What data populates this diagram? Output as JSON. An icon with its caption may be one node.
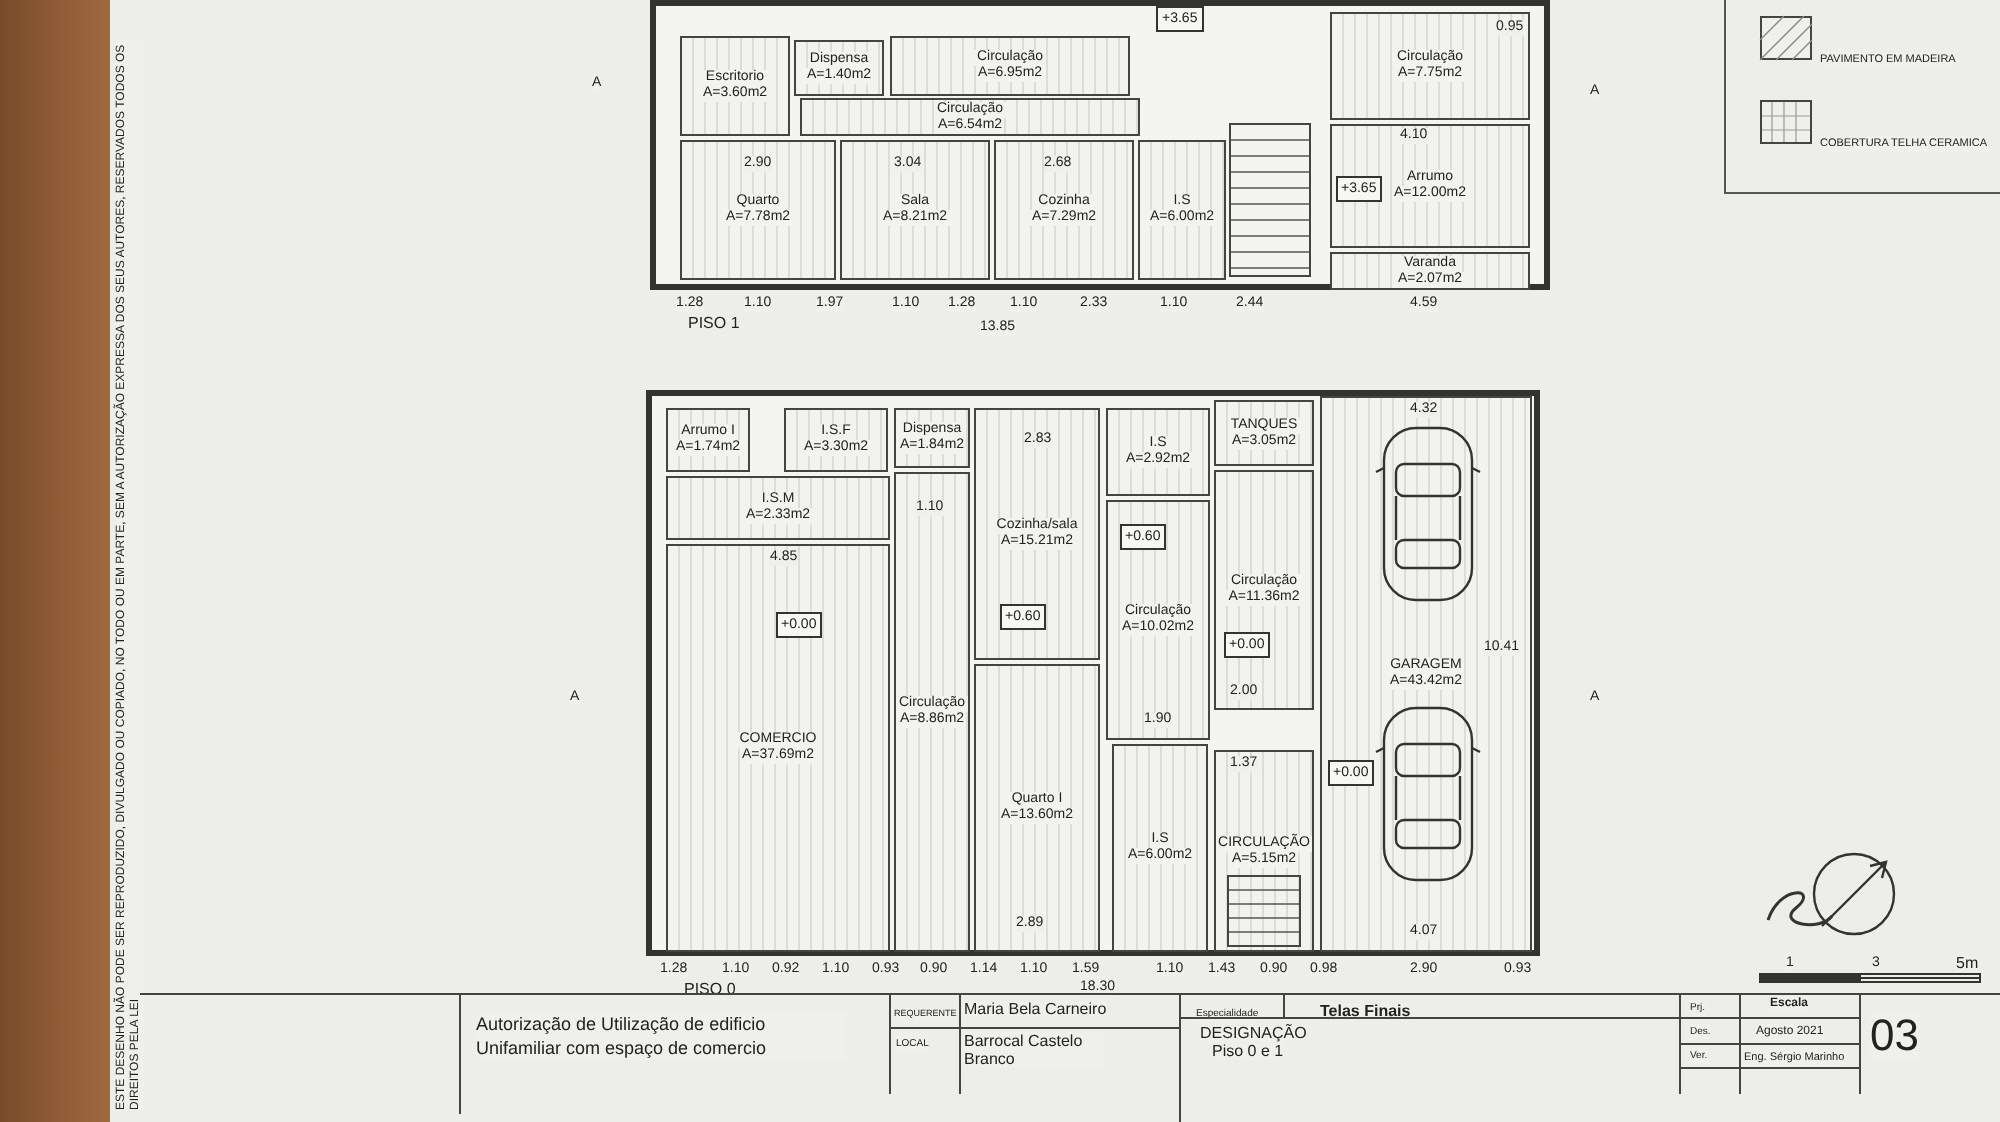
{
  "diagram": {
    "nodes": [
      {
        "text": [
          "PISO 1"
        ]
      },
      {
        "text": [
          "Escritorio",
          "A=3.60m2"
        ],
        "in": 0
      },
      {
        "text": [
          "Dispensa",
          "A=1.40m2"
        ],
        "in": 0
      },
      {
        "text": [
          "Circulação",
          "A=6.95m2"
        ],
        "in": 0
      },
      {
        "text": [
          "Circulação",
          "A=6.54m2"
        ],
        "in": 0
      },
      {
        "text": [
          "Quarto",
          "A=7.78m2"
        ],
        "in": 0
      },
      {
        "text": [
          "Sala",
          "A=8.21m2"
        ],
        "in": 0
      },
      {
        "text": [
          "Cozinha",
          "A=7.29m2"
        ],
        "in": 0
      },
      {
        "text": [
          "I.S",
          "A=6.00m2"
        ],
        "in": 0
      },
      {
        "text": [
          "+3.65"
        ],
        "in": 0
      },
      {
        "text": [
          "Circulação",
          "A=7.75m2"
        ],
        "in": 0
      },
      {
        "text": [
          "Arrumo",
          "A=12.00m2"
        ],
        "in": 0
      },
      {
        "text": [
          "+3.65"
        ],
        "in": 11
      },
      {
        "text": [
          "Varanda",
          "A=2.07m2"
        ],
        "in": 0
      },
      {
        "text": [
          "PISO 0"
        ]
      },
      {
        "text": [
          "Arrumo I",
          "A=1.74m2"
        ],
        "in": 14
      },
      {
        "text": [
          "I.S.F",
          "A=3.30m2"
        ],
        "in": 14
      },
      {
        "text": [
          "Dispensa",
          "A=1.84m2"
        ],
        "in": 14
      },
      {
        "text": [
          "Cozinha/sala",
          "A=15.21m2"
        ],
        "in": 14
      },
      {
        "text": [
          "+0.60"
        ],
        "in": 18
      },
      {
        "text": [
          "I.S.M",
          "A=2.33m2"
        ],
        "in": 14
      },
      {
        "text": [
          "Circulação",
          "A=8.86m2"
        ],
        "in": 14
      },
      {
        "text": [
          "COMERCIO",
          "A=37.69m2"
        ],
        "in": 14
      },
      {
        "text": [
          "+0.00"
        ],
        "in": 22
      },
      {
        "text": [
          "Quarto I",
          "A=13.60m2"
        ],
        "in": 14
      },
      {
        "text": [
          "I.S",
          "A=2.92m2"
        ],
        "in": 14
      },
      {
        "text": [
          "Circulação",
          "A=10.02m2"
        ],
        "in": 14
      },
      {
        "text": [
          "+0.60"
        ],
        "in": 26
      },
      {
        "text": [
          "I.S",
          "A=6.00m2"
        ],
        "in": 14
      },
      {
        "text": [
          "TANQUES",
          "A=3.05m2"
        ],
        "in": 14
      },
      {
        "text": [
          "Circulação",
          "A=11.36m2"
        ],
        "in": 14
      },
      {
        "text": [
          "+0.00"
        ],
        "in": 30
      },
      {
        "text": [
          "CIRCULAÇÃO",
          "A=5.15m2"
        ],
        "in": 14
      },
      {
        "text": [
          "GARAGEM",
          "A=43.42m2"
        ],
        "in": 14
      },
      {
        "text": [
          "+0.00"
        ],
        "in": 33
      }
    ],
    "edges": [],
    "labels": [
      "2.90",
      "3.04",
      "2.68",
      "4.10",
      "0.95",
      "1.28",
      "1.10",
      "1.97",
      "1.10",
      "1.28",
      "1.10",
      "2.33",
      "1.10",
      "2.44",
      "4.59",
      "13.85",
      "A",
      "A",
      "4.85",
      "1.10",
      "2.83",
      "2.89",
      "1.90",
      "2.00",
      "1.37",
      "4.32",
      "4.07",
      "10.41",
      "1.28",
      "1.10",
      "0.92",
      "1.10",
      "0.93",
      "0.90",
      "1.14",
      "1.10",
      "1.59",
      "1.10",
      "1.43",
      "0.90",
      "0.98",
      "2.90",
      "0.93",
      "18.30",
      "A",
      "A",
      "ESTE DESENHO NÃO PODE SER REPRODUZIDO, DIVULGADO OU COPIADO, NO TODO OU EM PARTE, SEM A AUTORIZAÇÃO EXPRESSA DOS SEUS AUTORES, RESERVADOS TODOS OS DIREITOS PELA LEI",
      "Autorização de Utilização de edificio Unifamiliar com espaço de comercio",
      "REQUERENTE",
      "Maria Bela Carneiro",
      "LOCAL",
      "Barrocal Castelo Branco",
      "Especialidade",
      "Telas Finais",
      "DESIGNAÇÃO",
      "Piso 0 e 1",
      "Prj.",
      "Des.",
      "Ver.",
      "Escala",
      "Agosto 2021",
      "Eng. Sérgio Marinho",
      "03",
      "1",
      "3",
      "5m"
    ],
    "legend": [
      {
        "text": "PAVIMENTO EM MADEIRA"
      },
      {
        "text": "COBERTURA TELHA CERAMICA"
      }
    ]
  }
}
